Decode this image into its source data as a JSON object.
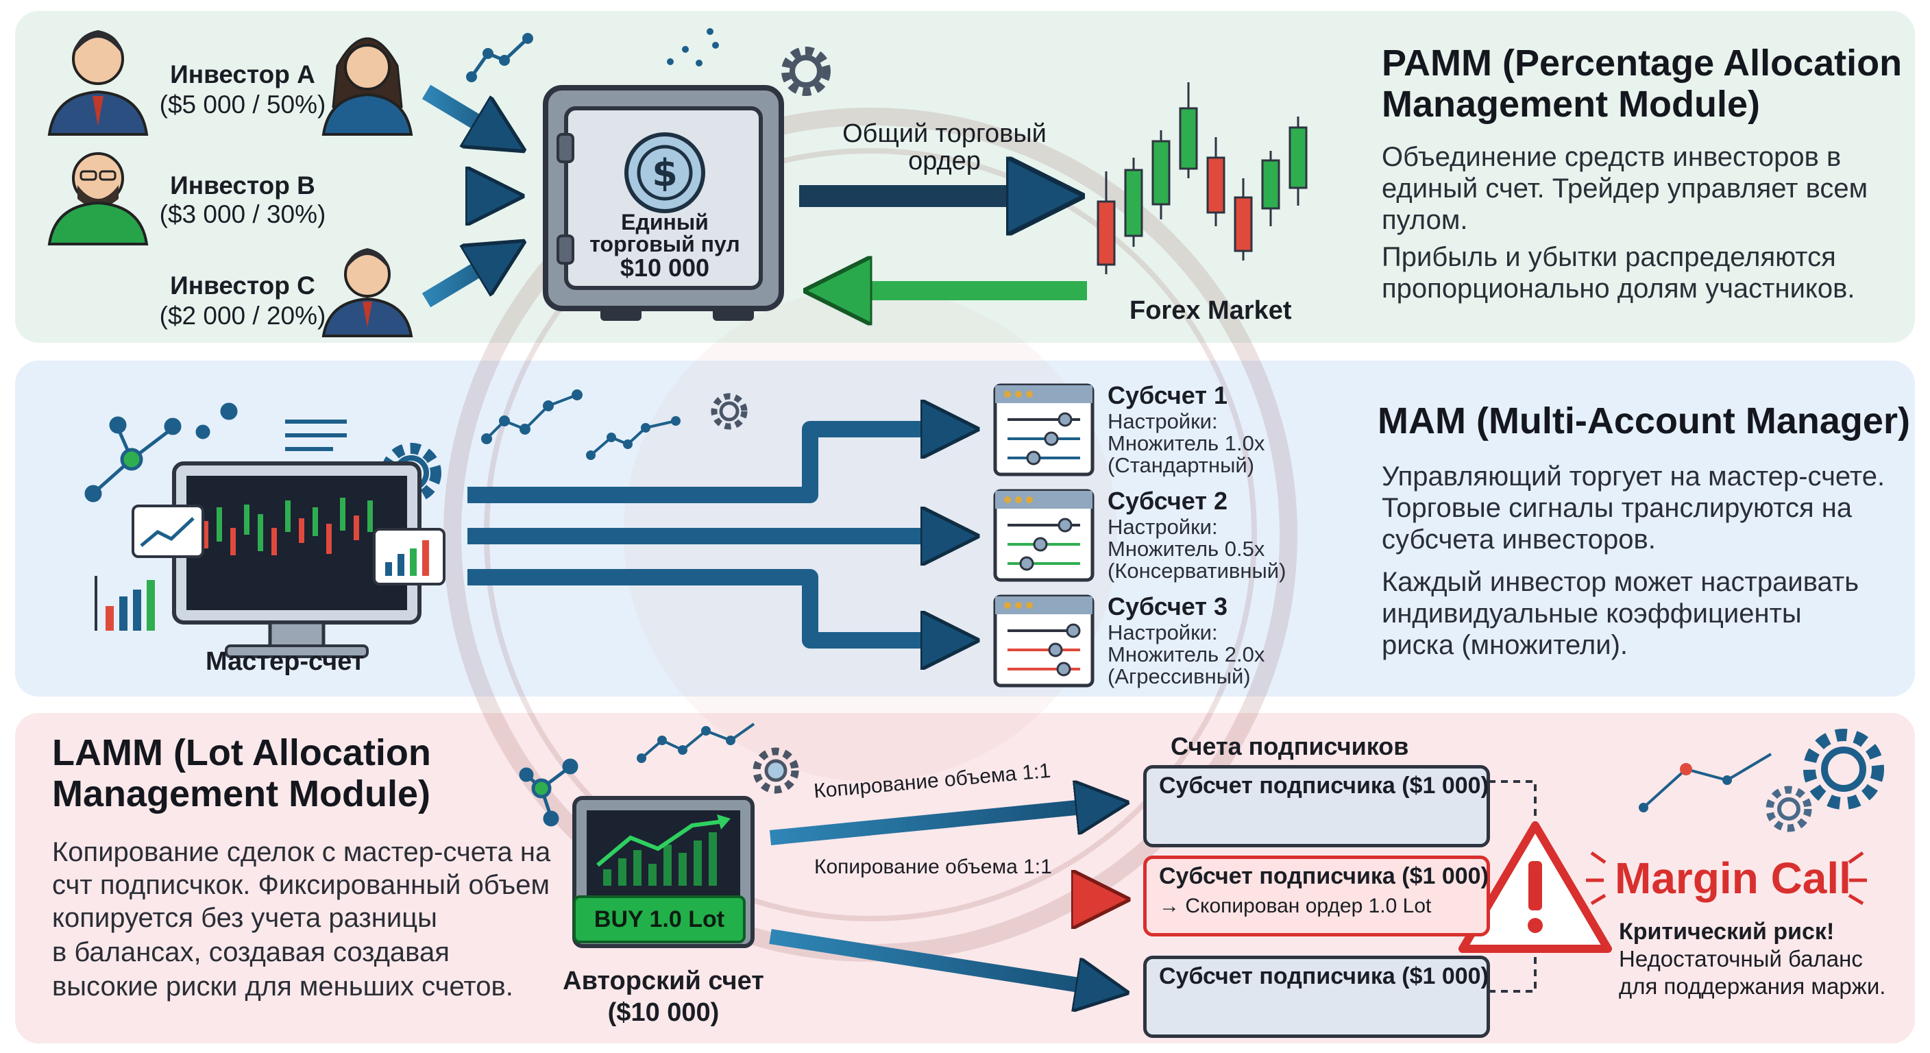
{
  "pamm": {
    "investors": [
      {
        "name": "Инвестор A",
        "amount": "($5 000 / 50%)"
      },
      {
        "name": "Инвестор B",
        "amount": "($3 000 / 30%)"
      },
      {
        "name": "Инвестор C",
        "amount": "($2 000 / 20%)"
      }
    ],
    "pool_line1": "Единый",
    "pool_line2": "торговый пул",
    "pool_amount": "$10 000",
    "order_line1": "Общий торговый",
    "order_line2": "ордер",
    "market_label": "Forex Market",
    "title_line1": "PAMM (Percentage Allocation",
    "title_line2": "Management Module)",
    "desc": [
      "Объединение средств инвесторов в",
      "единый счет. Трейдер управляет всем",
      "пулом.",
      "Прибыль и убытки распределяются",
      "пропорционально долям участников."
    ]
  },
  "mam": {
    "master_label": "Мастер-счет",
    "subaccounts": [
      {
        "title": "Субсчет 1",
        "settings": "Настройки:",
        "multiplier": "Множитель 1.0x",
        "mode": "(Стандартный)"
      },
      {
        "title": "Субсчет 2",
        "settings": "Настройки:",
        "multiplier": "Множитель 0.5x",
        "mode": "(Консервативный)"
      },
      {
        "title": "Субсчет 3",
        "settings": "Настройки:",
        "multiplier": "Множитель 2.0x",
        "mode": "(Агрессивный)"
      }
    ],
    "title": "MAM (Multi-Account Manager)",
    "desc": [
      "Управляющий торгует на мастер-счете.",
      "Торговые сигналы транслируются на",
      "субсчета инвесторов.",
      "Каждый инвестор может настраивать",
      "индивидуальные коэффициенты",
      "риска (множители)."
    ]
  },
  "lamm": {
    "title_line1": "LAMM (Lot Allocation",
    "title_line2": "Management Module)",
    "desc": [
      "Копирование сделок с мастер-счета на",
      "счт подписчкок. Фиксированный объем",
      "копируется без учета разницы",
      "в балансах, создавая создавая",
      "высокие риски для меньших счетов."
    ],
    "badge": "BUY 1.0 Lot",
    "author_line1": "Авторский счет",
    "author_line2": "($10 000)",
    "copy_label": "Копирование объема 1:1",
    "subscribers_title": "Счета подписчиков",
    "subscriber_title": "Субсчет подписчика ($1 000)",
    "copied_order": "→ Скопирован ордер 1.0 Lot",
    "margin_call": "Margin Call",
    "risk_title": "Критический риск!",
    "risk_line1": "Недостаточный баланс",
    "risk_line2": "для поддержания маржи."
  },
  "colors": {
    "blue_arrow": "#1d5f8a",
    "green_arrow": "#28a84a",
    "red": "#e03a3a",
    "dark": "#2e3440"
  }
}
